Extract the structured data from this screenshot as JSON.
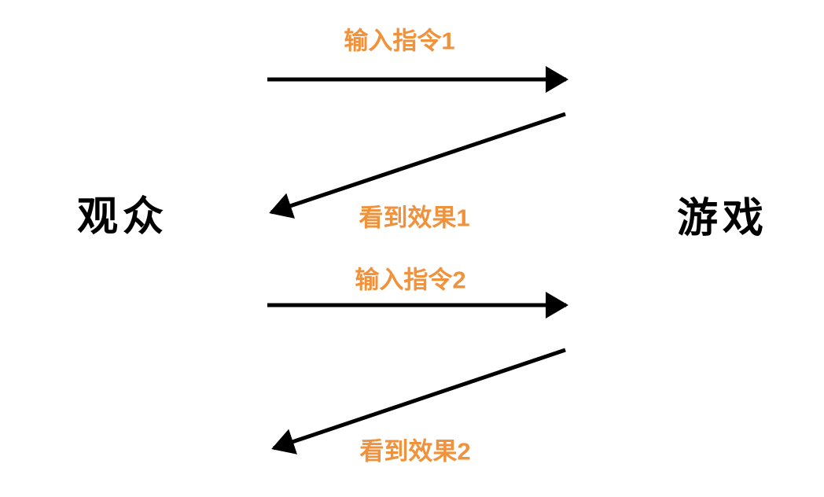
{
  "diagram": {
    "left_actor": {
      "label": "观众"
    },
    "right_actor": {
      "label": "游戏"
    },
    "messages": [
      {
        "label": "输入指令1",
        "direction": "right"
      },
      {
        "label": "看到效果1",
        "direction": "left"
      },
      {
        "label": "输入指令2",
        "direction": "right"
      },
      {
        "label": "看到效果2",
        "direction": "left"
      }
    ],
    "colors": {
      "message_label": "#F0913C",
      "arrow": "#000000",
      "actor_text": "#000000",
      "background": "#FFFFFF"
    }
  }
}
